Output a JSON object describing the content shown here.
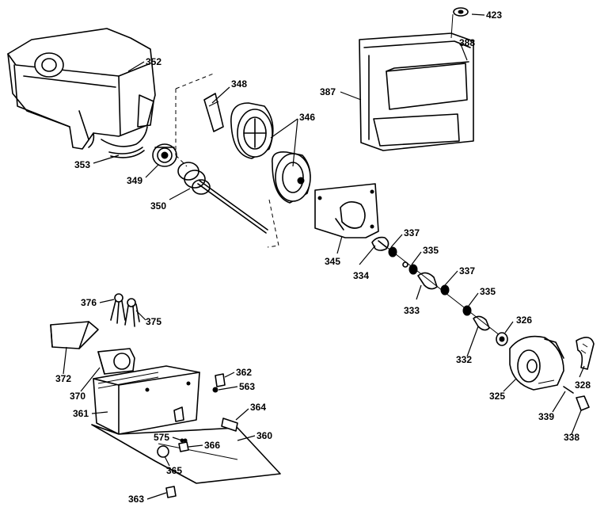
{
  "labels": [
    {
      "id": "p423",
      "text": "423"
    },
    {
      "id": "p388",
      "text": "388"
    },
    {
      "id": "p387",
      "text": "387"
    },
    {
      "id": "p352",
      "text": "352"
    },
    {
      "id": "p348",
      "text": "348"
    },
    {
      "id": "p346",
      "text": "346"
    },
    {
      "id": "p353",
      "text": "353"
    },
    {
      "id": "p349",
      "text": "349"
    },
    {
      "id": "p350",
      "text": "350"
    },
    {
      "id": "p345",
      "text": "345"
    },
    {
      "id": "p337a",
      "text": "337"
    },
    {
      "id": "p335a",
      "text": "335"
    },
    {
      "id": "p334",
      "text": "334"
    },
    {
      "id": "p333",
      "text": "333"
    },
    {
      "id": "p337b",
      "text": "337"
    },
    {
      "id": "p335b",
      "text": "335"
    },
    {
      "id": "p326",
      "text": "326"
    },
    {
      "id": "p332",
      "text": "332"
    },
    {
      "id": "p328",
      "text": "328"
    },
    {
      "id": "p325",
      "text": "325"
    },
    {
      "id": "p339",
      "text": "339"
    },
    {
      "id": "p338",
      "text": "338"
    },
    {
      "id": "p376",
      "text": "376"
    },
    {
      "id": "p375",
      "text": "375"
    },
    {
      "id": "p372",
      "text": "372"
    },
    {
      "id": "p370",
      "text": "370"
    },
    {
      "id": "p362",
      "text": "362"
    },
    {
      "id": "p563",
      "text": "563"
    },
    {
      "id": "p361",
      "text": "361"
    },
    {
      "id": "p364",
      "text": "364"
    },
    {
      "id": "p575",
      "text": "575"
    },
    {
      "id": "p366",
      "text": "366"
    },
    {
      "id": "p360",
      "text": "360"
    },
    {
      "id": "p365",
      "text": "365"
    },
    {
      "id": "p363",
      "text": "363"
    }
  ]
}
